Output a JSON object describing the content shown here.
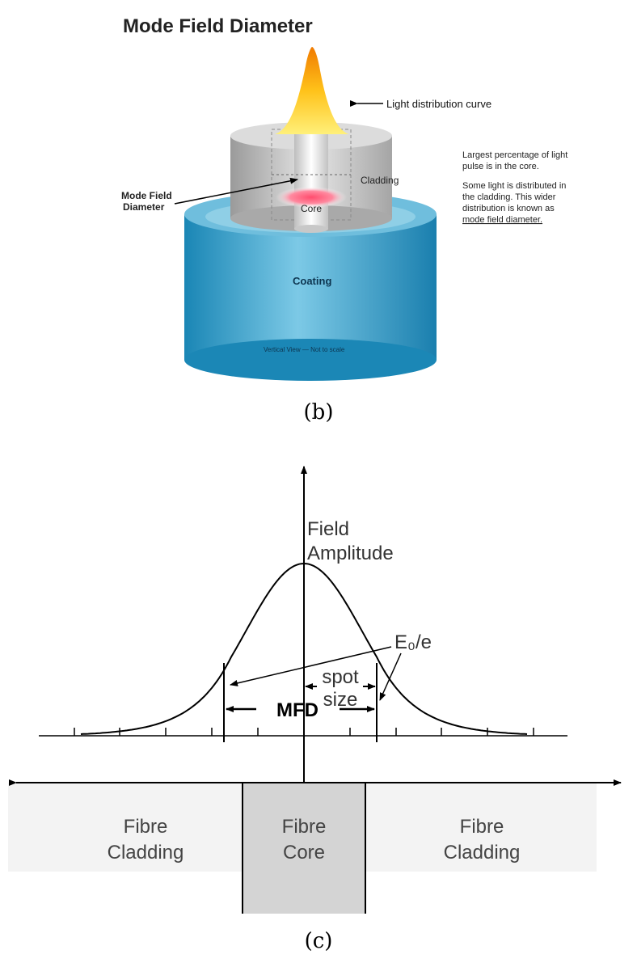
{
  "panel_b": {
    "title": "Mode Field Diameter",
    "labels": {
      "light_curve": "Light distribution curve",
      "cladding": "Cladding",
      "mfd_line1": "Mode Field",
      "mfd_line2": "Diameter",
      "core": "Core",
      "coating": "Coating",
      "view_note": "Vertical View — Not to scale"
    },
    "note1": [
      "Largest percentage of light",
      "pulse is in the core."
    ],
    "note2": [
      "Some light is distributed in",
      "the cladding. This wider",
      "distribution is known as",
      "mode field diameter."
    ],
    "caption": "(b)"
  },
  "panel_c": {
    "axis_label_line1": "Field",
    "axis_label_line2": "Amplitude",
    "e_label": "E₀/e",
    "spot_line1": "spot",
    "spot_line2": "size",
    "mfd": "MFD",
    "regions": {
      "left_line1": "Fibre",
      "left_line2": "Cladding",
      "core_line1": "Fibre",
      "core_line2": "Core",
      "right_line1": "Fibre",
      "right_line2": "Cladding"
    },
    "caption": "(c)"
  },
  "colors": {
    "coating": "#3aa6cc",
    "cladding": "#c9c9c9",
    "core_region": "#d4d4d4",
    "cladding_region": "#f3f3f3",
    "flame": "#f5b800",
    "core_glow": "#ff5a7a"
  }
}
